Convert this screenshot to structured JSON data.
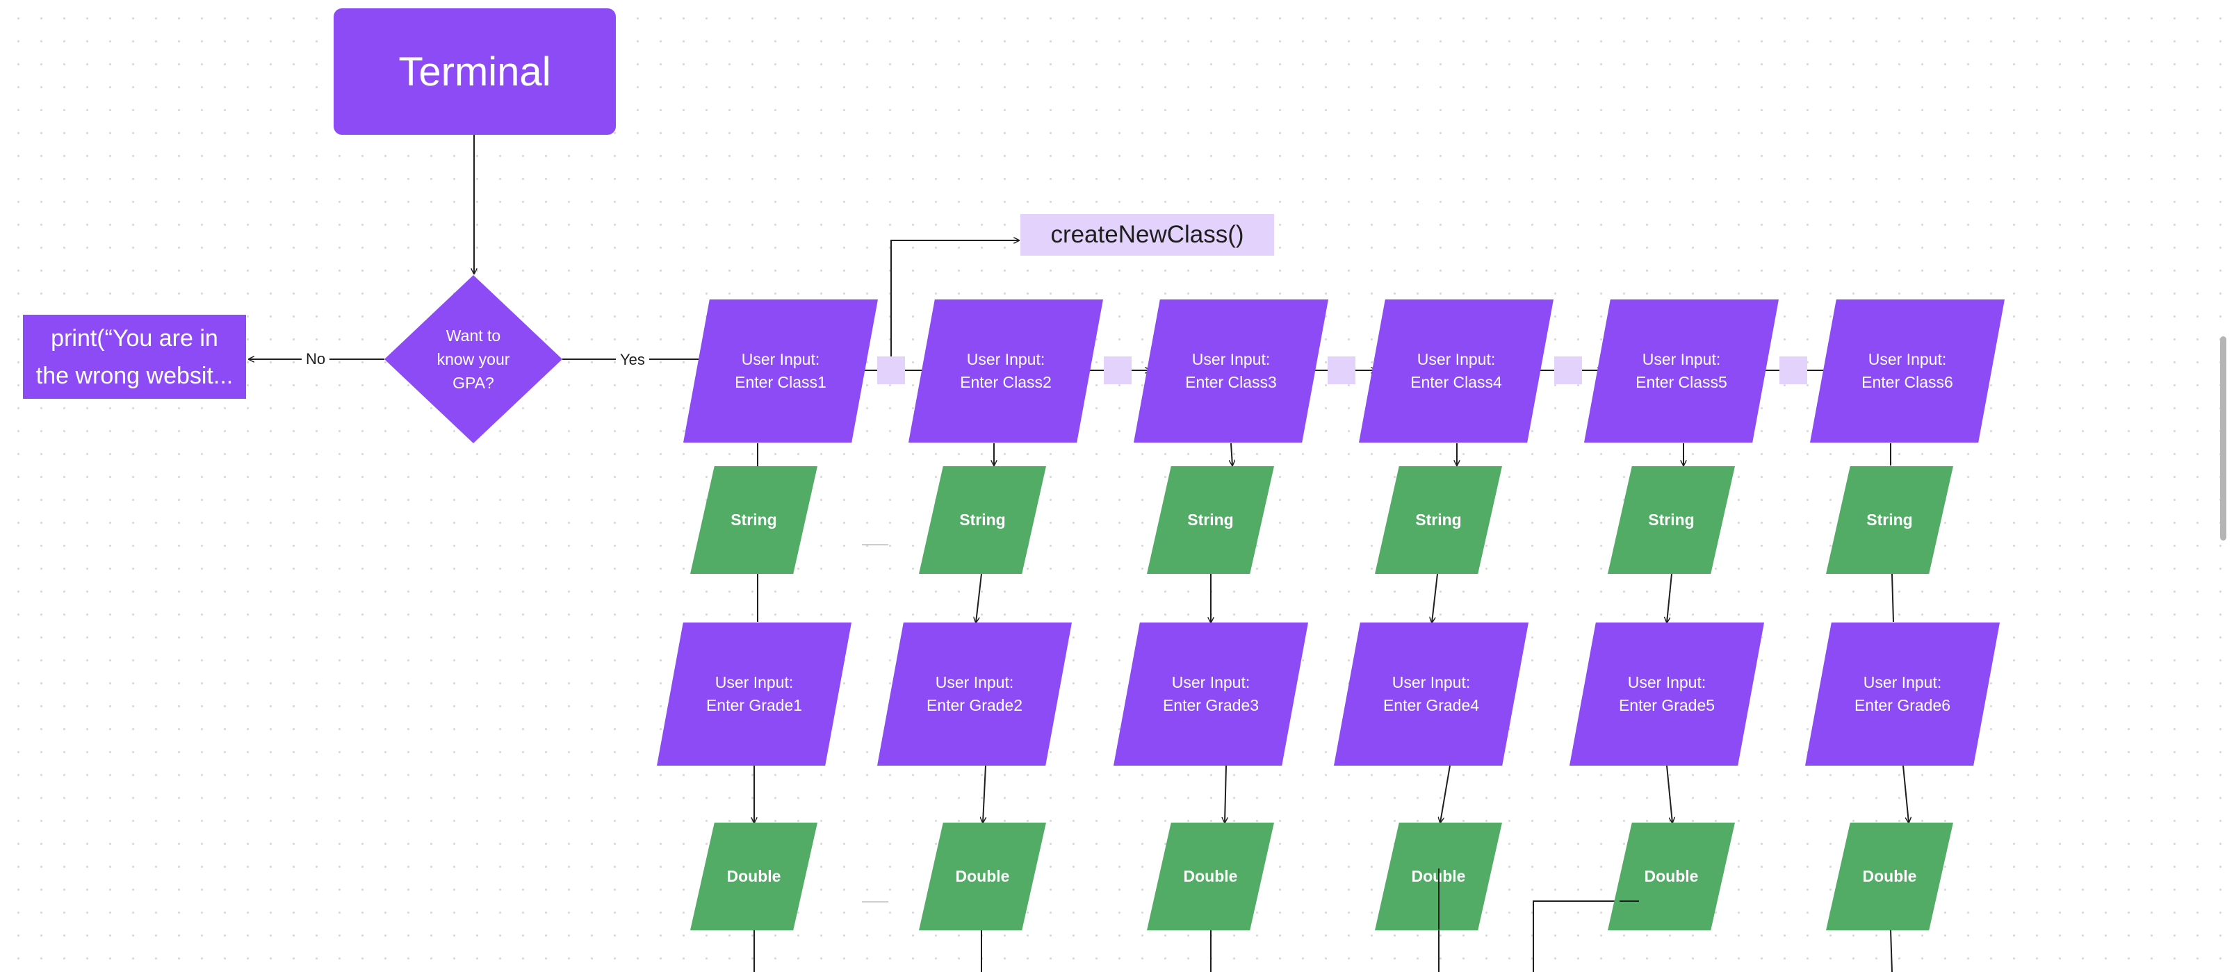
{
  "terminal": {
    "label": "Terminal"
  },
  "decision": {
    "label": "Want to\nknow your\nGPA?"
  },
  "edges": {
    "no_label": "No",
    "yes_label": "Yes"
  },
  "print_box": {
    "label": "print(“You are in\nthe wrong websit..."
  },
  "function_box": {
    "label": "createNewClass()"
  },
  "class_inputs": [
    {
      "label": "User Input:\nEnter Class1"
    },
    {
      "label": "User Input:\nEnter Class2"
    },
    {
      "label": "User Input:\nEnter Class3"
    },
    {
      "label": "User Input:\nEnter Class4"
    },
    {
      "label": "User Input:\nEnter Class5"
    },
    {
      "label": "User Input:\nEnter Class6"
    }
  ],
  "string_types": [
    {
      "label": "String"
    },
    {
      "label": "String"
    },
    {
      "label": "String"
    },
    {
      "label": "String"
    },
    {
      "label": "String"
    },
    {
      "label": "String"
    }
  ],
  "grade_inputs": [
    {
      "label": "User Input:\nEnter Grade1"
    },
    {
      "label": "User Input:\nEnter Grade2"
    },
    {
      "label": "User Input:\nEnter Grade3"
    },
    {
      "label": "User Input:\nEnter Grade4"
    },
    {
      "label": "User Input:\nEnter Grade5"
    },
    {
      "label": "User Input:\nEnter Grade6"
    }
  ],
  "double_types": [
    {
      "label": "Double"
    },
    {
      "label": "Double"
    },
    {
      "label": "Double"
    },
    {
      "label": "Double"
    },
    {
      "label": "Double"
    },
    {
      "label": "Double"
    }
  ],
  "colors": {
    "process": "#8c4bf5",
    "data_type": "#52ac66",
    "connector": "#e3d2fb",
    "line": "#1e1e1e",
    "canvas": "#ffffff"
  }
}
